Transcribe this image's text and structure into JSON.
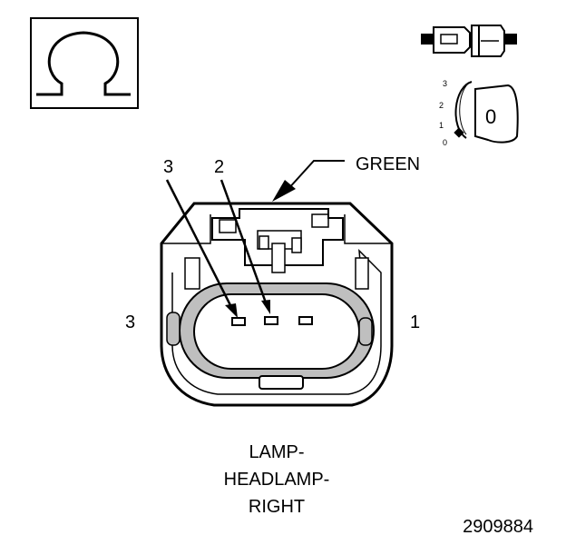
{
  "ohm_symbol": {
    "glyph": "Ω"
  },
  "key_switch": {
    "positions": [
      "3",
      "2",
      "1",
      "0"
    ],
    "key_label": "0"
  },
  "color_callout": {
    "text": "GREEN"
  },
  "pin_callouts": {
    "left": "3",
    "right": "2"
  },
  "side_labels": {
    "left": "3",
    "right": "1"
  },
  "connector_name": {
    "line1": "LAMP-",
    "line2": "HEADLAMP-",
    "line3": "RIGHT"
  },
  "figure_number": "2909884",
  "colors": {
    "ink": "#000000",
    "shade": "#bfbfbf",
    "background": "#ffffff"
  }
}
